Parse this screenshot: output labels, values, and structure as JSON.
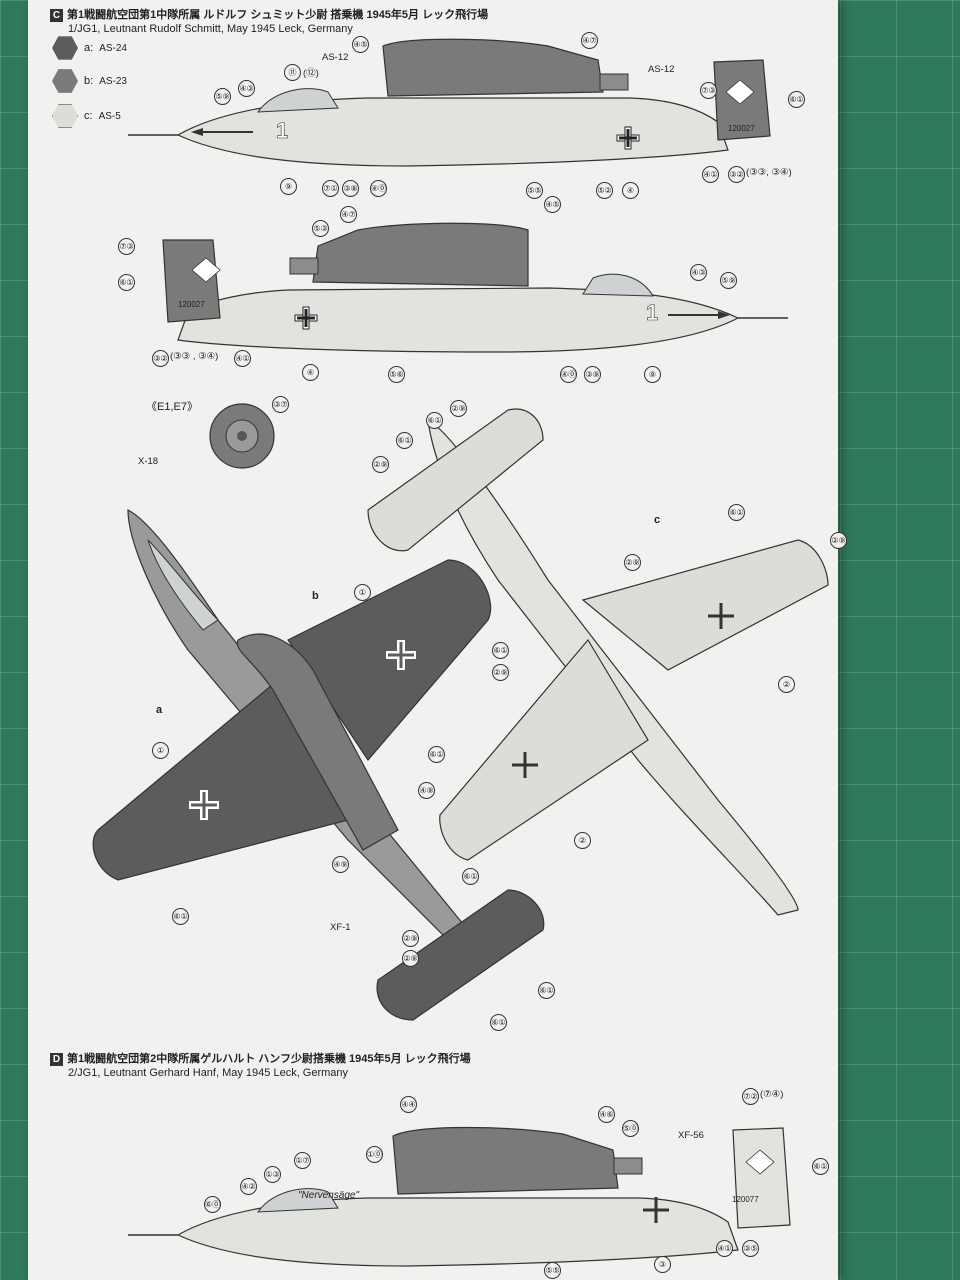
{
  "section_c": {
    "letter": "C",
    "title_jp": "第1戦闘航空団第1中隊所属 ルドルフ シュミット少尉 搭乗機 1945年5月 レック飛行場",
    "title_en": "1/JG1, Leutnant Rudolf Schmitt, May 1945 Leck, Germany",
    "legend": [
      {
        "key": "a:",
        "code": "AS-24",
        "color": "#5b5d5c"
      },
      {
        "key": "b:",
        "code": "AS-23",
        "color": "#7a7b78"
      },
      {
        "key": "c:",
        "code": "AS-5",
        "color": "#dcdcd8"
      }
    ],
    "paint_callouts": {
      "as12_left": "AS-12",
      "as12_right": "AS-12",
      "x18": "X-18",
      "xf1": "XF-1",
      "a": "a",
      "b": "b",
      "c": "c",
      "wheel_label": "《E1,E7》"
    },
    "serial": "120027",
    "fuselage_number": "1",
    "numbers_side1": [
      "⑤⑨",
      "④③",
      "⑪",
      "(⑫)",
      "④⑤",
      "④⑦",
      "⑦③",
      "⑥①",
      "⑨",
      "⑦①",
      "③⑧",
      "④⓪",
      "⑤⑤",
      "⑤②",
      "④",
      "④①",
      "③②",
      "(③③, ③④)"
    ],
    "numbers_side2": [
      "⑦③",
      "⑥①",
      "⑤③",
      "④⑦",
      "④⑤",
      "④③",
      "⑤⑨",
      "③②",
      "(③③ , ③④)",
      "④①",
      "④",
      "⑤⑥",
      "④⓪",
      "③⑨",
      "⑨"
    ],
    "numbers_top": [
      "③⑦",
      "①",
      "⑥①",
      "①",
      "④⑨",
      "④⑨",
      "⑥①",
      "②⑨",
      "②⑨",
      "⑥①",
      "⑥①"
    ],
    "numbers_bottom": [
      "⑥①",
      "②⑨",
      "②⑨",
      "⑥①",
      "②⑨",
      "②⑨",
      "②",
      "⑥①",
      "②",
      "②⑨",
      "⑥①",
      "⑥①"
    ]
  },
  "section_d": {
    "letter": "D",
    "title_jp": "第1戦闘航空団第2中隊所属ゲルハルト ハンフ少尉搭乗機 1945年5月 レック飛行場",
    "title_en": "2/JG1, Leutnant Gerhard Hanf, May 1945 Leck, Germany",
    "paint_callout": "XF-56",
    "serial": "120077",
    "nose_text": "\"Nervensäge\"",
    "numbers": [
      "④④",
      "④⑥",
      "⑤⓪",
      "⑦②",
      "(⑦④)",
      "⑥①",
      "①⓪",
      "①③",
      "①⑦",
      "④②",
      "⑥⓪",
      "③",
      "④①",
      "③⑤",
      "⑤⑤"
    ]
  }
}
